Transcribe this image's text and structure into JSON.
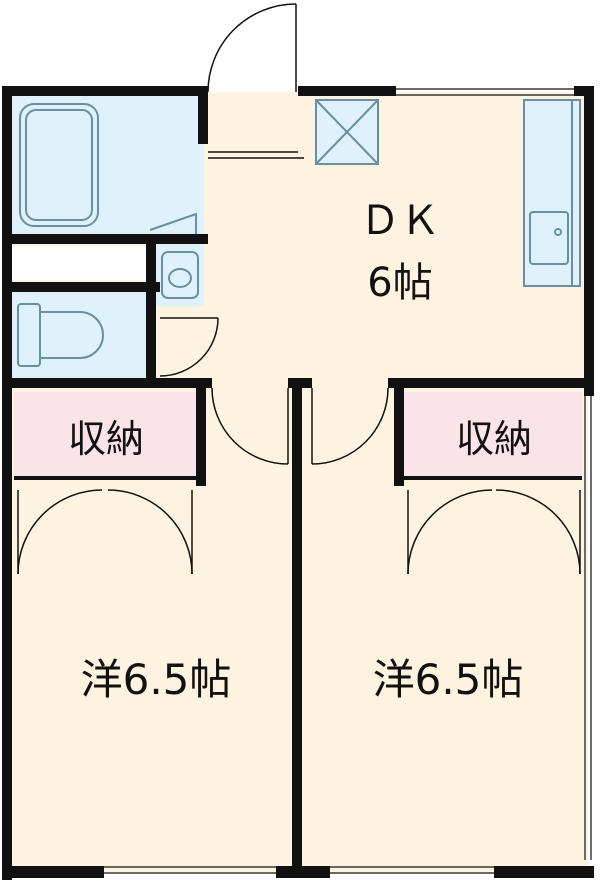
{
  "rooms": {
    "dk": {
      "name": "ＤＫ",
      "size": "6帖"
    },
    "storage_left": "収納",
    "storage_right": "収納",
    "western_left": "洋6.5帖",
    "western_right": "洋6.5帖"
  },
  "colors": {
    "floor": "#fdf3e0",
    "wet_area": "#dff2fb",
    "storage": "#fbe3ea",
    "wall": "#111111",
    "fixture_outline": "#6a8fa3"
  }
}
